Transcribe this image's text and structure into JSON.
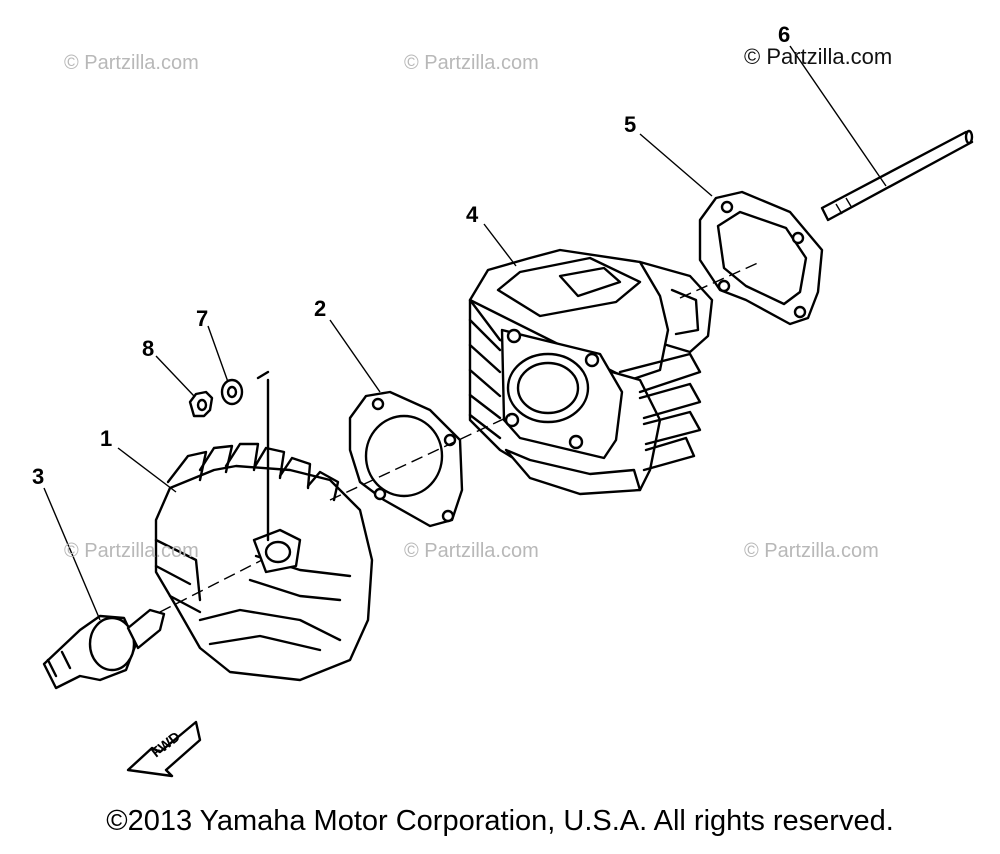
{
  "watermarks": [
    "© Partzilla.com",
    "© Partzilla.com",
    "© Partzilla.com",
    "© Partzilla.com",
    "© Partzilla.com",
    "© Partzilla.com"
  ],
  "callouts": [
    "1",
    "2",
    "3",
    "4",
    "5",
    "6",
    "7",
    "8"
  ],
  "fwd_label": "FWD",
  "copyright": "©2013 Yamaha Motor Corporation, U.S.A. All rights reserved."
}
